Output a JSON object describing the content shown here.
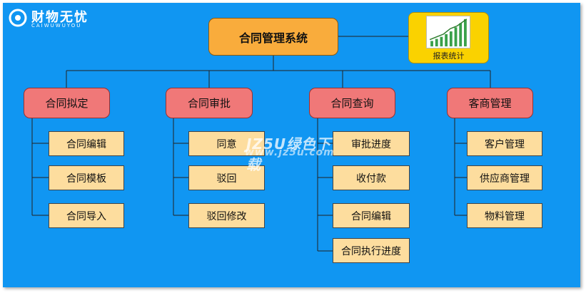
{
  "logo": {
    "name": "财物无忧",
    "subtitle": "CAIWUWUYOU"
  },
  "root": {
    "label": "合同管理系统"
  },
  "report": {
    "label": "报表统计"
  },
  "categories": [
    {
      "label": "合同拟定",
      "children": [
        "合同编辑",
        "合同模板",
        "合同导入"
      ]
    },
    {
      "label": "合同审批",
      "children": [
        "同意",
        "驳回",
        "驳回修改"
      ]
    },
    {
      "label": "合同查询",
      "children": [
        "审批进度",
        "收付款",
        "合同编辑",
        "合同执行进度"
      ]
    },
    {
      "label": "客商管理",
      "children": [
        "客户管理",
        "供应商管理",
        "物料管理"
      ]
    }
  ],
  "watermark": {
    "line1": "JZ5U绿色下载",
    "line2": "www.jz5u.com"
  },
  "colors": {
    "background": "#1096f2",
    "root": "#f9ac3c",
    "category": "#f07878",
    "leaf": "#fddd9e",
    "report": "#fad200"
  }
}
